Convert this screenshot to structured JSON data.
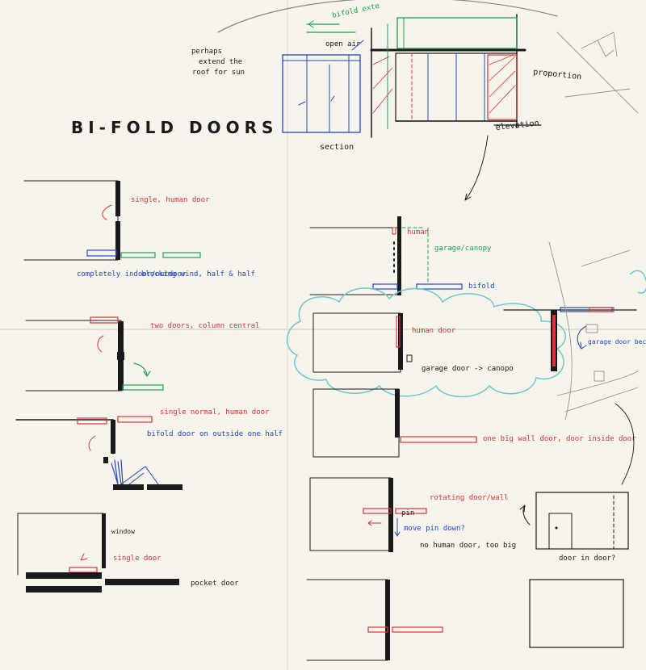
{
  "title": "BI-FOLD DOORS",
  "colors": {
    "ink": "#1a1a1a",
    "red": "#d8323c",
    "blue": "#2446c8",
    "green": "#1f9e5a",
    "teal": "#6cc8cc",
    "pencil": "#8a8478",
    "paper": "#f7f4ec"
  },
  "top_sketch": {
    "note_roof": [
      "perhaps",
      "extend the",
      "roof for sun"
    ],
    "open_air": "open air",
    "bifold_ext": "bifold exte",
    "section": "section",
    "elevation": "elevation",
    "proportion": "proportion"
  },
  "left_column": {
    "d1": {
      "red": "single, human door",
      "blue": "completely indoor/outdoor",
      "green": "blocking wind, half & half"
    },
    "d2": {
      "red": "two doors, column central"
    },
    "d3": {
      "red": "single normal, human door",
      "blue": "bifold door on outside one half"
    },
    "d4": {
      "window": "window",
      "red": "single door",
      "pocket": "pocket door"
    }
  },
  "right_column": {
    "r1": {
      "red": "human",
      "green": "garage/canopy",
      "blue": "bifold"
    },
    "r2": {
      "red": "human door",
      "black": "garage door -> canopo"
    },
    "r2b": {
      "blue": "garage door becomes canopy"
    },
    "r3": {
      "red": "one big wall door, door inside door"
    },
    "r4": {
      "red": "rotating door/wall",
      "pin": "pin",
      "blue": "move pin down?",
      "black": "no human door, too big"
    },
    "r4b": {
      "black": "door in door?"
    }
  }
}
